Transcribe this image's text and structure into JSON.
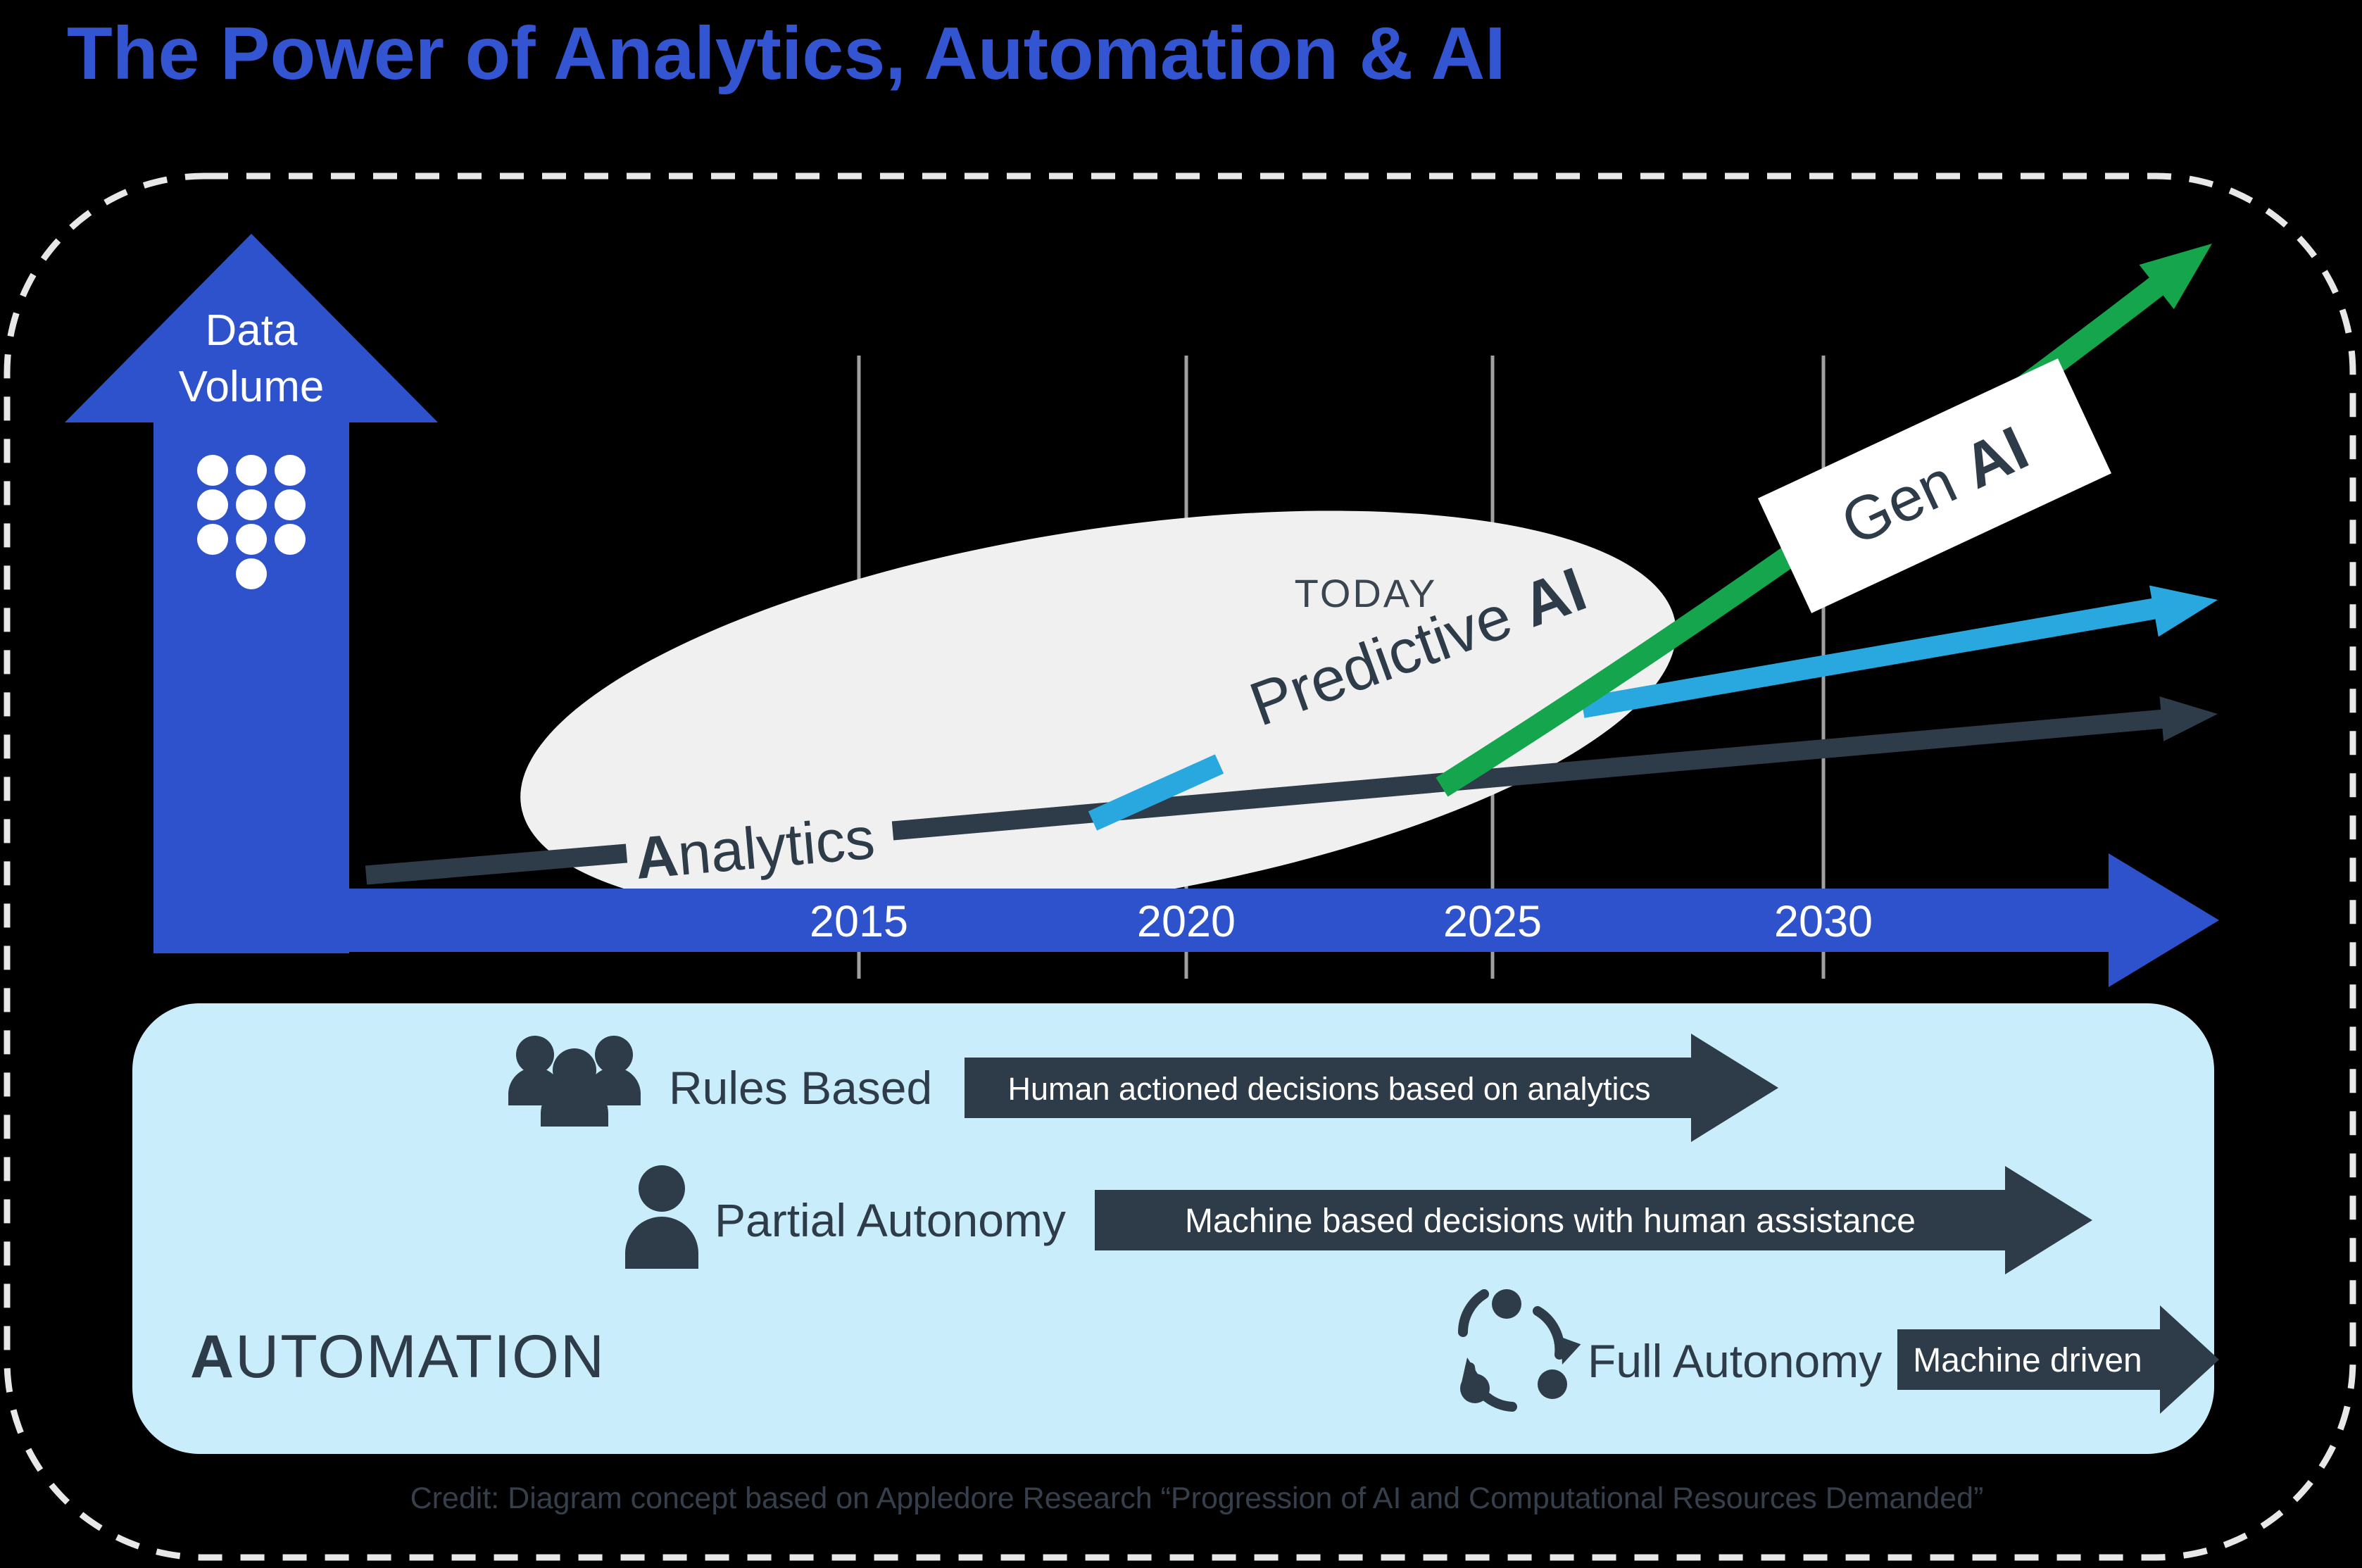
{
  "title": "The Power of Analytics, Automation & AI",
  "axis": {
    "y_label_line1": "Data",
    "y_label_line2": "Volume",
    "years": [
      "2015",
      "2020",
      "2025",
      "2030"
    ]
  },
  "chart_labels": {
    "today": "TODAY",
    "analytics_bold": "A",
    "analytics_rest": "nalytics",
    "predictive_regular": "Predictive ",
    "predictive_bold": "AI",
    "gen_regular": "Gen ",
    "gen_bold": "AI"
  },
  "automation": {
    "heading_bold": "A",
    "heading_rest": "UTOMATION",
    "rows": [
      {
        "label": "Rules Based",
        "arrow_text": "Human actioned decisions based on analytics"
      },
      {
        "label": "Partial Autonomy",
        "arrow_text": "Machine based decisions with human assistance"
      },
      {
        "label": "Full Autonomy",
        "arrow_text": "Machine driven"
      }
    ]
  },
  "credit": "Credit: Diagram concept based on Appledore Research “Progression of AI and Computational Resources Demanded”",
  "colors": {
    "background": "#000000",
    "title_blue": "#3355D2",
    "accent_blue": "#2D52CC",
    "dark_slate": "#2E3B48",
    "green": "#15A54C",
    "sky_blue": "#29A8E0",
    "panel_light_blue": "#CAEDFB",
    "ellipse_gray": "#F0F0F0",
    "gridline_gray": "#A0A0A0",
    "dashed_border_gray": "#E8E8E8"
  }
}
